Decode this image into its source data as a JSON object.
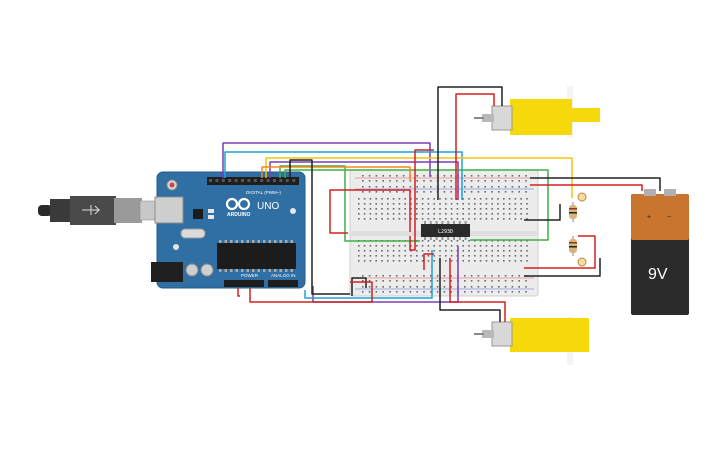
{
  "arduino": {
    "model_label": "UNO",
    "brand_label": "ARDUINO",
    "digital_header_label": "DIGITAL (PWM~)",
    "power_label": "POWER",
    "analog_label": "ANALOG IN"
  },
  "ic": {
    "label": "L293D"
  },
  "battery": {
    "voltage_label": "9V",
    "plus_label": "+",
    "minus_label": "−"
  },
  "colors": {
    "board": "#2f6fa3",
    "wire_red": "#d42020",
    "wire_black": "#222222",
    "wire_purple": "#7b3db5",
    "wire_blue": "#1aa3d9",
    "wire_green": "#3cb043",
    "wire_yellow": "#f2c40f",
    "wire_orange": "#f08a1c",
    "motor_yellow": "#f5d90a",
    "battery_orange": "#c9742f",
    "battery_dark": "#2b2b2b"
  }
}
